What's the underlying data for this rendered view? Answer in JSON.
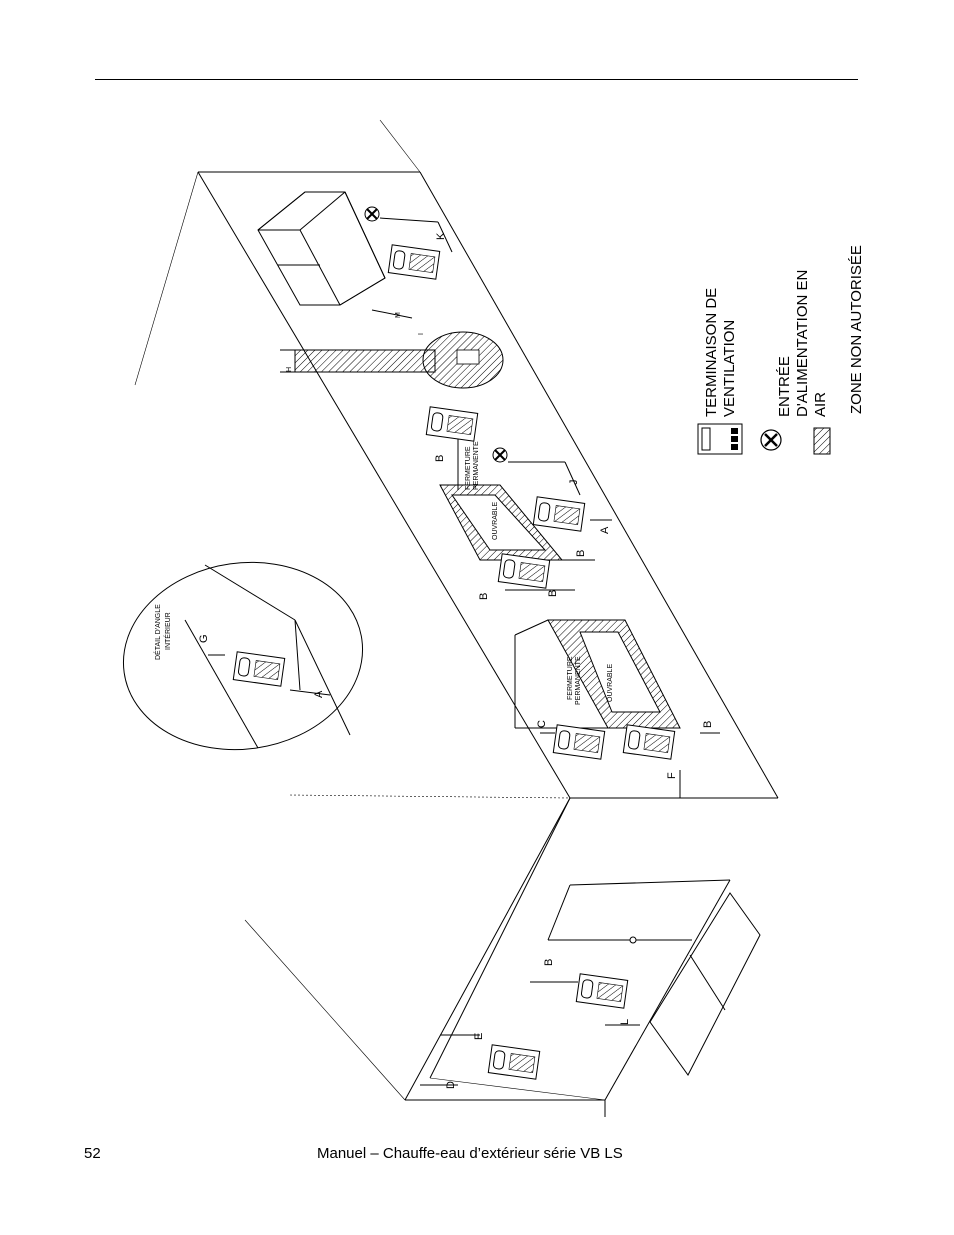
{
  "page": {
    "number": "52",
    "footer_title": "Manuel – Chauffe-eau d’extérieur série VB LS"
  },
  "diagram": {
    "detail_title_line1": "DÉTAIL D'ANGLE",
    "detail_title_line2": "INTÉRIEUR",
    "permanent_line1": "FERMETURE",
    "permanent_line2": "PERMANENTE",
    "operable": "OUVRABLE",
    "labels": {
      "A": "A",
      "B": "B",
      "C": "C",
      "D": "D",
      "E": "E",
      "F": "F",
      "G": "G",
      "H": "H",
      "I": "I",
      "J": "J",
      "K": "K",
      "L": "L",
      "M": "M"
    }
  },
  "legend": {
    "vent_line1": "TERMINAISON DE",
    "vent_line2": "VENTILATION",
    "air_line1": "ENTRÉE",
    "air_line2": "D'ALIMENTATION EN",
    "air_line3": "AIR",
    "zone": "ZONE NON AUTORISÉE"
  }
}
